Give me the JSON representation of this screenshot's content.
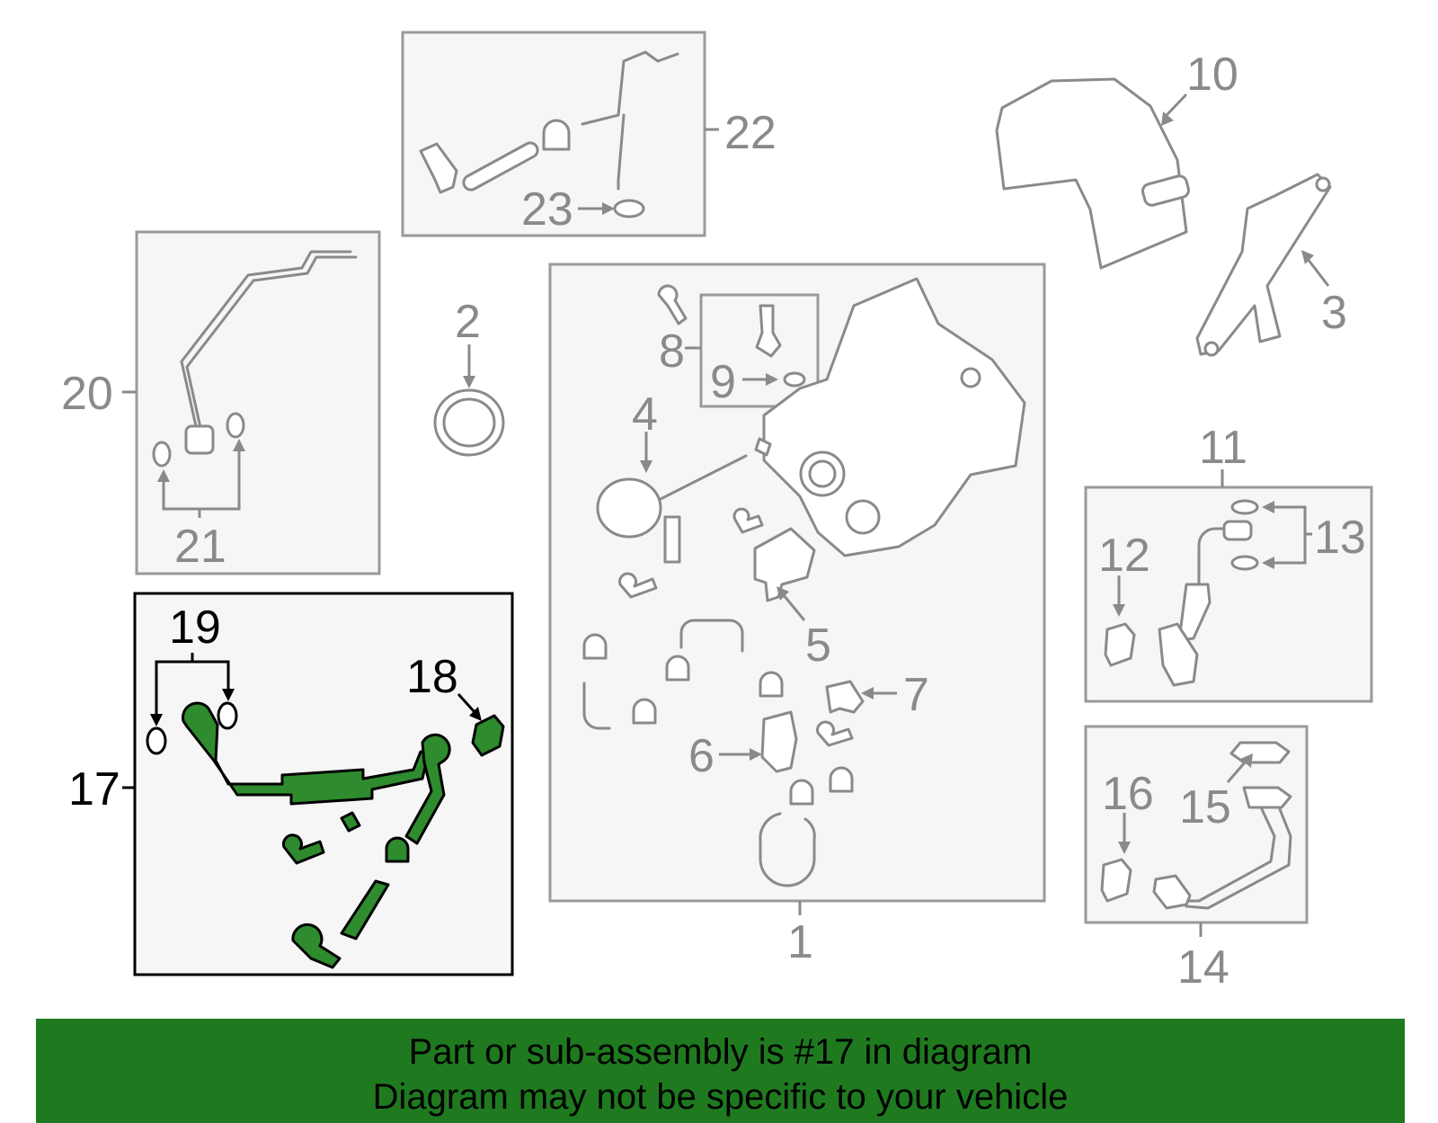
{
  "callouts": {
    "c1": "1",
    "c2": "2",
    "c3": "3",
    "c4": "4",
    "c5": "5",
    "c6": "6",
    "c7": "7",
    "c8": "8",
    "c9": "9",
    "c10": "10",
    "c11": "11",
    "c12": "12",
    "c13": "13",
    "c14": "14",
    "c15": "15",
    "c16": "16",
    "c17": "17",
    "c18": "18",
    "c19": "19",
    "c20": "20",
    "c21": "21",
    "c22": "22",
    "c23": "23"
  },
  "highlighted_part": "17",
  "colors": {
    "highlight_fill": "#2e8b2e",
    "banner_bg": "#1f7a1f",
    "part_stroke": "#8a8a8a"
  },
  "banner": {
    "line1": "Part or sub-assembly is #17 in diagram",
    "line2": "Diagram may not be specific to your vehicle"
  }
}
